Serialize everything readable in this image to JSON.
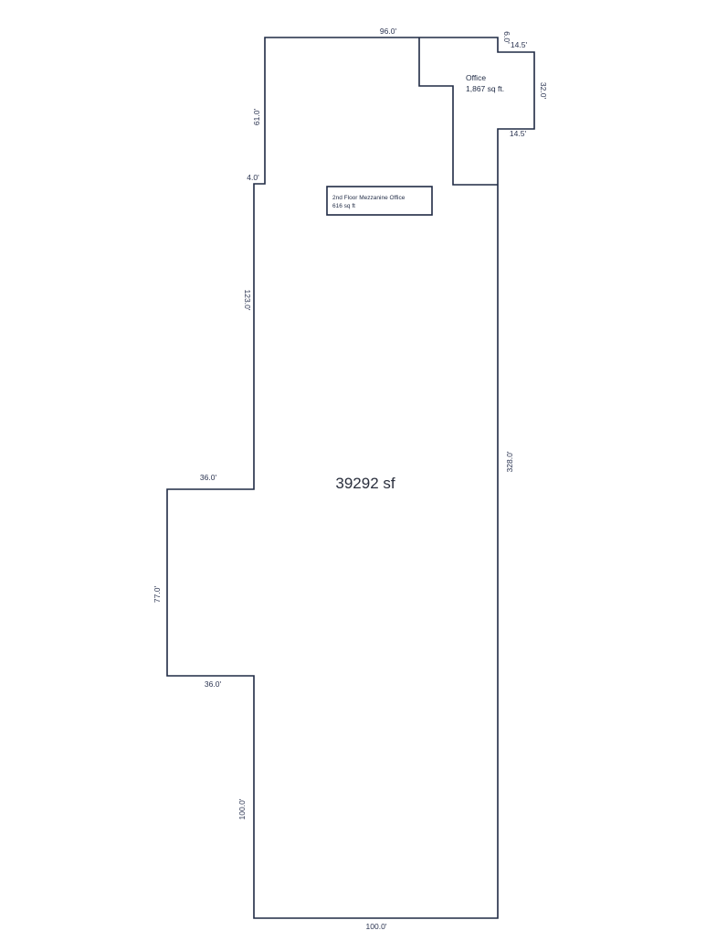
{
  "area_total": "39292 sf",
  "office": {
    "name": "Office",
    "area": "1,867 sq ft."
  },
  "mezzanine": {
    "name": "2nd Floor Mezzanine Office",
    "area": "616 sq ft"
  },
  "dimensions": {
    "top": "96.0'",
    "top_right_vertical": "6.0'",
    "office_top": "14.5'",
    "office_right": "32.0'",
    "office_bottom": "14.5'",
    "left_upper": "61.0'",
    "step_upper": "4.0'",
    "left_middle": "123.0'",
    "step_middle": "36.0'",
    "left_bump": "77.0'",
    "step_lower": "36.0'",
    "left_lower": "100.0'",
    "right": "328.0'",
    "bottom": "100.0'"
  },
  "colors": {
    "wall": "#1f2a44",
    "text": "#2a3350"
  }
}
